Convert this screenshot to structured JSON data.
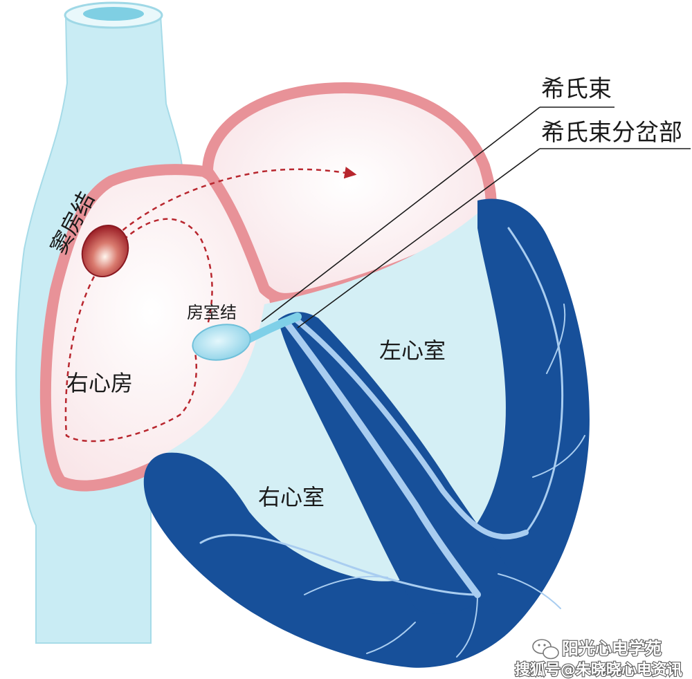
{
  "labels": {
    "sa_node": "窦房结",
    "av_node": "房室结",
    "his_bundle": "希氏束",
    "his_branch": "希氏束分岔部",
    "right_atrium": "右心房",
    "right_ventricle": "右心室",
    "left_ventricle": "左心室"
  },
  "watermark": {
    "brand": "阳光心电学苑",
    "source": "搜狐号@朱晓晓心电资讯"
  },
  "colors": {
    "vessel": "#c7ecf3",
    "vessel_edge": "#8fd3e3",
    "atrium_wall": "#e8959a",
    "atrium_fill": "#fbeef0",
    "ventricle_wall": "#17509a",
    "ventricle_fill": "#d3eef4",
    "conduction": "#9fc4ec",
    "sa_node": "#a8232b",
    "av_node": "#8fd6ec",
    "pathway": "#b8262e"
  }
}
